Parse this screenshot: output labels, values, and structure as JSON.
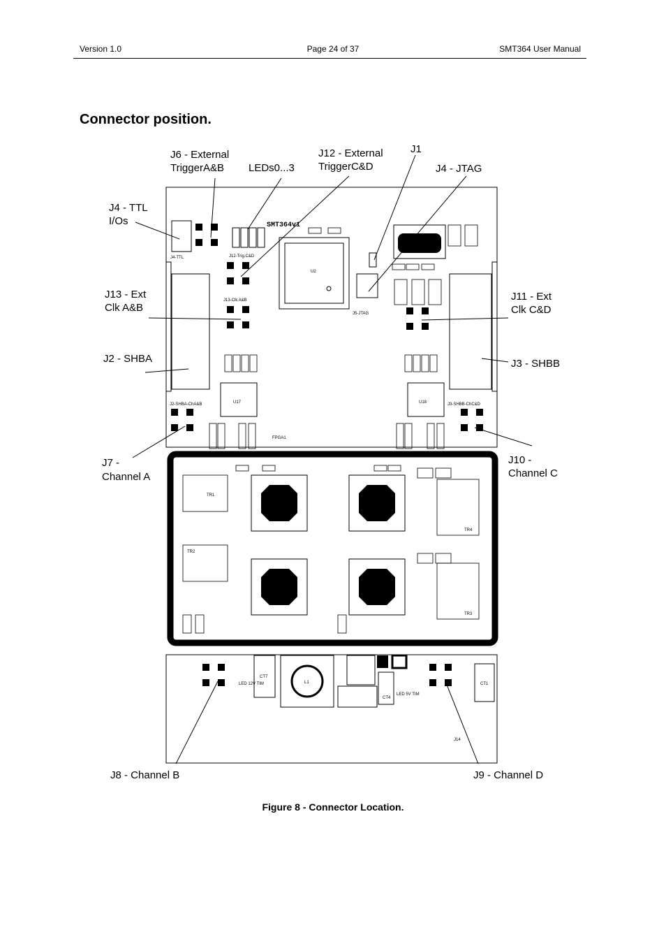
{
  "header": {
    "version": "Version 1.0",
    "page": "Page 24 of 37",
    "manual": "SMT364 User Manual"
  },
  "section_title": "Connector position.",
  "figure": {
    "board_name": "SMT364v1",
    "callouts": {
      "j6": [
        "J6 - External",
        "TriggerA&B"
      ],
      "leds": [
        "LEDs0...3"
      ],
      "j12": [
        "J12 - External",
        "TriggerC&D"
      ],
      "j1": [
        "J1"
      ],
      "j4jtag": [
        "J4 - JTAG"
      ],
      "j4ttl": [
        "J4 - TTL",
        "I/Os"
      ],
      "j13": [
        "J13 - Ext",
        "Clk A&B"
      ],
      "j11": [
        "J11 - Ext",
        "Clk C&D"
      ],
      "j2": [
        "J2 - SHBA"
      ],
      "j3": [
        "J3 - SHBB"
      ],
      "j7": [
        "J7 -",
        "Channel A"
      ],
      "j10": [
        "J10 -",
        "Channel C"
      ],
      "j8": [
        "J8 - Channel B"
      ],
      "j9": [
        "J9 - Channel D"
      ]
    },
    "silkscreen": {
      "u2": "U2",
      "u17": "U17",
      "u18": "U18",
      "l1": "L1",
      "j14": "J14",
      "fpga": "FPGA1",
      "j2lbl": "J2-SHBA-ChA&B",
      "j3lbl": "J3-SHBB-ChC&D",
      "j4lbl": "J4-TTL",
      "j5lbl": "J5-JTAG",
      "j13lbl": "J13-Clk A&B",
      "j12lbl": "J12-Trig.C&D",
      "led12v": "LED 12V TIM",
      "led5v": "LED 5V TIM",
      "tr1": "TR1",
      "tr2": "TR2",
      "tr3": "TR3",
      "tr4": "TR4",
      "ct7": "CT7",
      "ct1": "CT1",
      "ct4": "CT4"
    }
  },
  "caption": "Figure 8 - Connector Location."
}
